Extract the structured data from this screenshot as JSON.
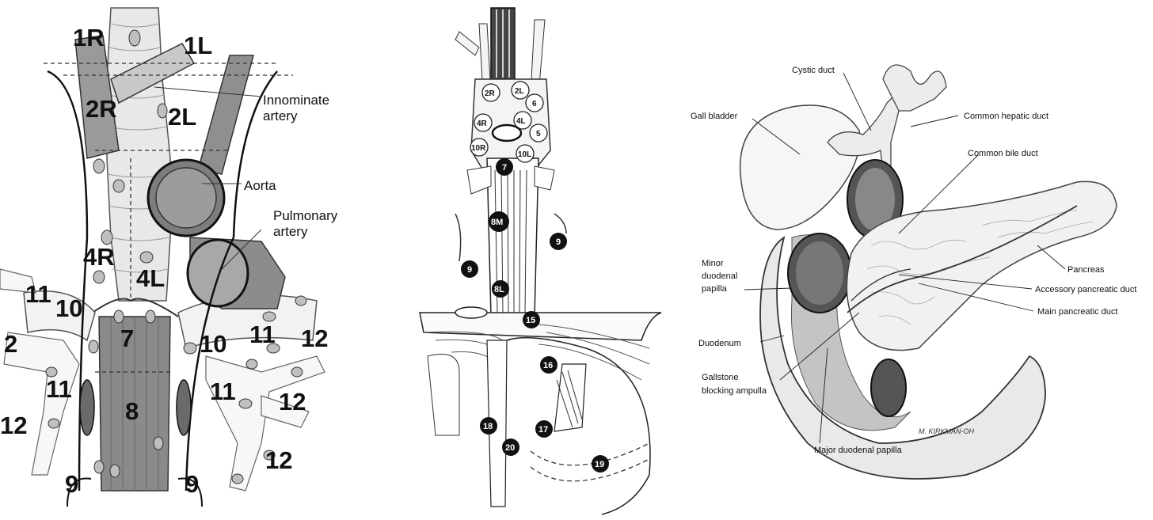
{
  "panel1": {
    "station_labels": [
      "1R",
      "1L",
      "2R",
      "2L",
      "4R",
      "4L",
      "7",
      "8",
      "9",
      "9",
      "10",
      "10",
      "11",
      "11",
      "11",
      "11",
      "12",
      "12",
      "12",
      "12",
      "2"
    ],
    "annotations": {
      "innominate": [
        "Innominate",
        "artery"
      ],
      "aorta": "Aorta",
      "pulmonary": [
        "Pulmonary",
        "artery"
      ]
    }
  },
  "panel2": {
    "open_nodes": [
      "2R",
      "2L",
      "4R",
      "4L",
      "6",
      "5",
      "10R",
      "10L"
    ],
    "filled_nodes": [
      "7",
      "8M",
      "9",
      "9",
      "8L",
      "15",
      "16",
      "18",
      "17",
      "20",
      "19"
    ]
  },
  "panel3": {
    "labels": {
      "cystic": "Cystic duct",
      "gallbladder": "Gall bladder",
      "common_hepatic": "Common hepatic duct",
      "common_bile": "Common bile duct",
      "minor_papilla": [
        "Minor",
        "duodenal",
        "papilla"
      ],
      "pancreas": "Pancreas",
      "accessory_duct": "Accessory pancreatic duct",
      "main_duct": "Main pancreatic duct",
      "duodenum": "Duodenum",
      "gallstone": [
        "Gallstone",
        "blocking ampulla"
      ],
      "major_papilla": "Major duodenal papilla",
      "signature": "M. KIRKMAN-OH"
    }
  }
}
